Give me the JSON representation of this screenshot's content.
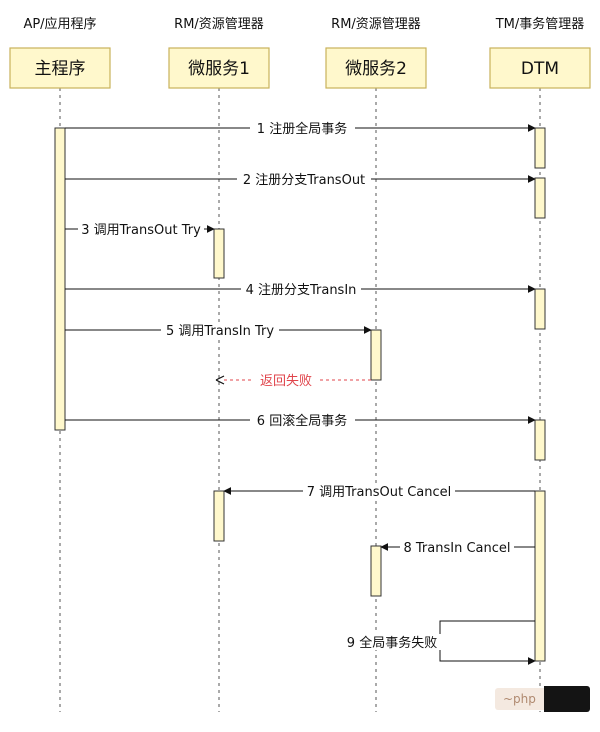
{
  "participants": [
    {
      "role": "AP/应用程序",
      "name": "主程序"
    },
    {
      "role": "RM/资源管理器",
      "name": "微服务1"
    },
    {
      "role": "RM/资源管理器",
      "name": "微服务2"
    },
    {
      "role": "TM/事务管理器",
      "name": "DTM"
    }
  ],
  "messages": [
    {
      "label": "1 注册全局事务",
      "from": 0,
      "to": 3,
      "style": "solid"
    },
    {
      "label": "2 注册分支TransOut",
      "from": 0,
      "to": 3,
      "style": "solid"
    },
    {
      "label": "3 调用TransOut Try",
      "from": 0,
      "to": 1,
      "style": "solid"
    },
    {
      "label": "4 注册分支TransIn",
      "from": 0,
      "to": 3,
      "style": "solid"
    },
    {
      "label": "5 调用TransIn Try",
      "from": 0,
      "to": 2,
      "style": "solid"
    },
    {
      "label": "返回失败",
      "from": 2,
      "to": 1,
      "style": "dashed-return"
    },
    {
      "label": "6 回滚全局事务",
      "from": 0,
      "to": 3,
      "style": "solid"
    },
    {
      "label": "7 调用TransOut Cancel",
      "from": 3,
      "to": 1,
      "style": "solid"
    },
    {
      "label": "8 TransIn Cancel",
      "from": 3,
      "to": 2,
      "style": "solid"
    },
    {
      "label": "9 全局事务失败",
      "from": 3,
      "to": 3,
      "style": "self"
    }
  ],
  "colors": {
    "box_fill": "#fff8cc",
    "box_border": "#c9b25a",
    "failure_text": "#e0444b"
  }
}
